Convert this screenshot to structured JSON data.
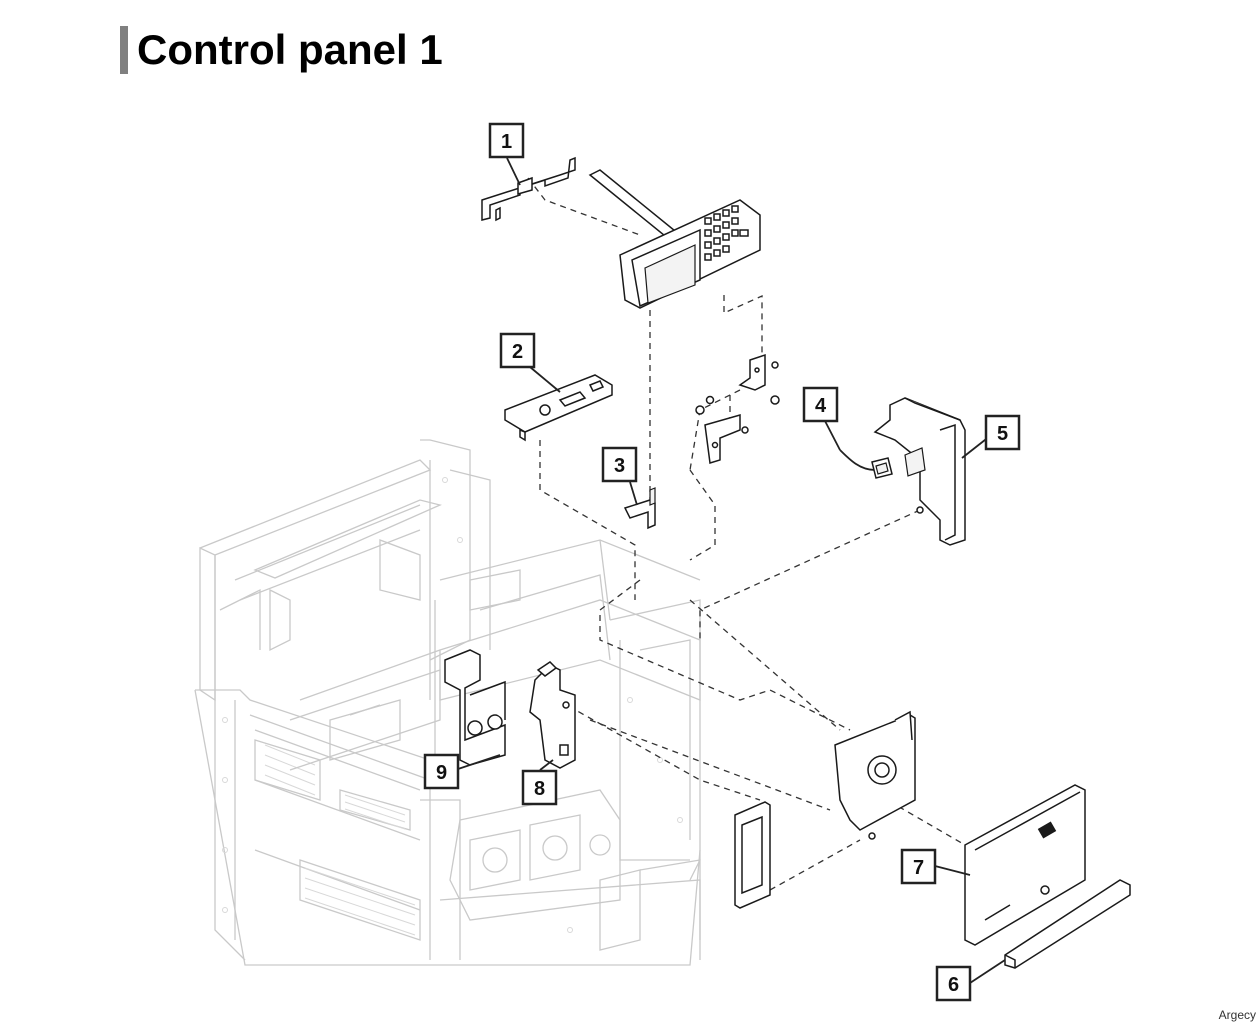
{
  "page": {
    "title": "Control panel 1"
  },
  "callouts": [
    "1",
    "2",
    "3",
    "4",
    "5",
    "6",
    "7",
    "8",
    "9"
  ],
  "footer": {
    "watermark": "Argecy"
  },
  "colors": {
    "title_bar": "#808080",
    "line": "#222222",
    "frame": "#c9c9c9"
  }
}
